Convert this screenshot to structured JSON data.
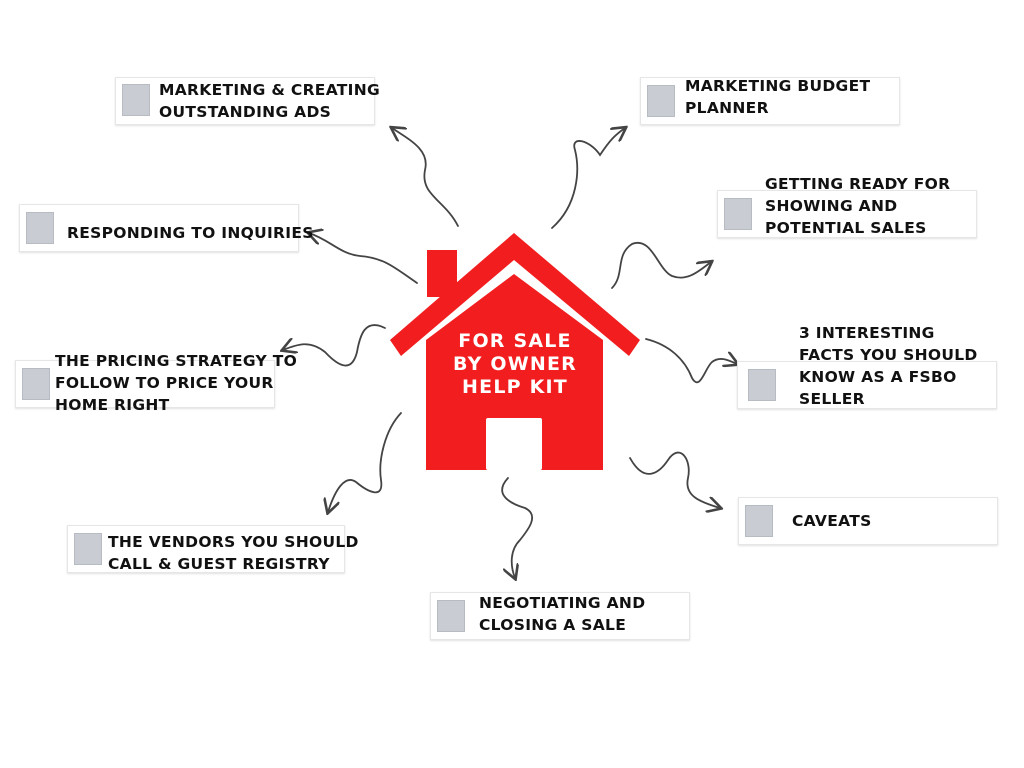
{
  "center": {
    "line1": "FOR SALE",
    "line2": "BY OWNER",
    "line3": "HELP KIT"
  },
  "colors": {
    "house": "#f21d1f",
    "arrow": "#444444",
    "checkbox": "#c9cdd3"
  },
  "items": [
    {
      "id": "marketing-ads",
      "lines": [
        "MARKETING & CREATING",
        "OUTSTANDING ADS"
      ]
    },
    {
      "id": "budget-planner",
      "lines": [
        "MARKETING BUDGET",
        "PLANNER"
      ]
    },
    {
      "id": "getting-ready",
      "lines": [
        "GETTING READY FOR",
        "SHOWING AND",
        "POTENTIAL SALES"
      ]
    },
    {
      "id": "inquiries",
      "lines": [
        "RESPONDING TO INQUIRIES"
      ]
    },
    {
      "id": "interesting-facts",
      "lines": [
        "3 INTERESTING",
        "FACTS YOU SHOULD",
        "KNOW AS A FSBO",
        "SELLER"
      ]
    },
    {
      "id": "pricing-strategy",
      "lines": [
        "THE PRICING STRATEGY TO",
        "FOLLOW TO PRICE YOUR",
        "HOME RIGHT"
      ]
    },
    {
      "id": "caveats",
      "lines": [
        "CAVEATS"
      ]
    },
    {
      "id": "vendors",
      "lines": [
        "THE VENDORS YOU SHOULD",
        "CALL & GUEST REGISTRY"
      ]
    },
    {
      "id": "negotiating",
      "lines": [
        "NEGOTIATING AND",
        "CLOSING A SALE"
      ]
    }
  ]
}
